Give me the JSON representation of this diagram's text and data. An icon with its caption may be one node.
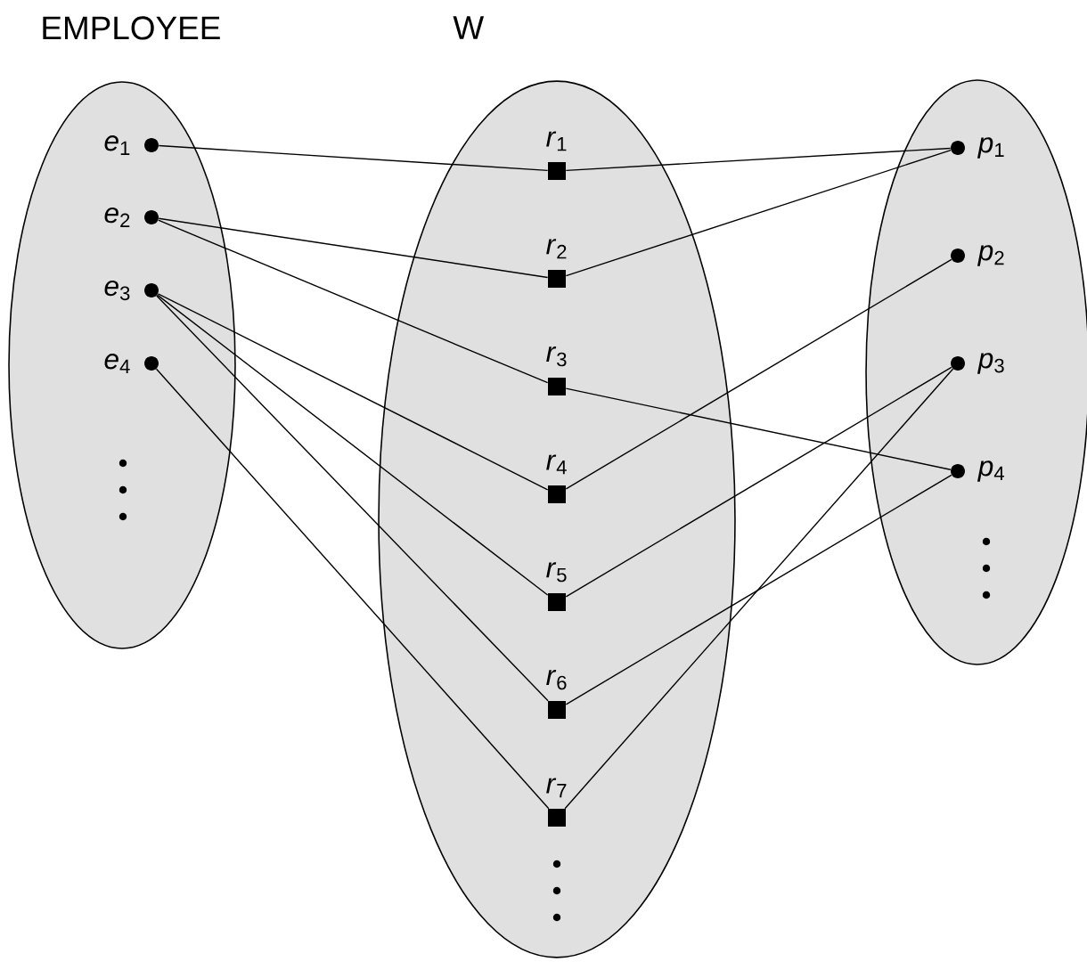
{
  "diagram": {
    "nodes": [
      {
        "text": [
          "EMPLOYEE"
        ]
      },
      {
        "text": [
          "*e*$_{1}$"
        ],
        "in": 0
      },
      {
        "text": [
          "*e*$_{2}$"
        ],
        "in": 0
      },
      {
        "text": [
          "*e*$_{3}$"
        ],
        "in": 0
      },
      {
        "text": [
          "*e*$_{4}$"
        ],
        "in": 0
      },
      {
        "text": [
          "W"
        ]
      },
      {
        "text": [
          "*r*$_{1}$"
        ],
        "in": 5
      },
      {
        "text": [
          "*r*$_{2}$"
        ],
        "in": 5
      },
      {
        "text": [
          "*r*$_{3}$"
        ],
        "in": 5
      },
      {
        "text": [
          "*r*$_{4}$"
        ],
        "in": 5
      },
      {
        "text": [
          "*r*$_{5}$"
        ],
        "in": 5
      },
      {
        "text": [
          "*r*$_{6}$"
        ],
        "in": 5
      },
      {
        "text": [
          "*r*$_{7}$"
        ],
        "in": 5
      },
      {
        "text": [],
        "shape": "ellipse"
      },
      {
        "text": [
          "*p*$_{1}$"
        ],
        "in": 13
      },
      {
        "text": [
          "*p*$_{2}$"
        ],
        "in": 13
      },
      {
        "text": [
          "*p*$_{3}$"
        ],
        "in": 13
      },
      {
        "text": [
          "*p*$_{4}$"
        ],
        "in": 13
      }
    ],
    "edges": [
      {
        "from": 1,
        "to": 6,
        "arrow": "none"
      },
      {
        "from": 6,
        "to": 14,
        "arrow": "none"
      },
      {
        "from": 2,
        "to": 7,
        "arrow": "none"
      },
      {
        "from": 7,
        "to": 14,
        "arrow": "none"
      },
      {
        "from": 2,
        "to": 8,
        "arrow": "none"
      },
      {
        "from": 8,
        "to": 17,
        "arrow": "none"
      },
      {
        "from": 3,
        "to": 9,
        "arrow": "none"
      },
      {
        "from": 9,
        "to": 15,
        "arrow": "none"
      },
      {
        "from": 3,
        "to": 10,
        "arrow": "none"
      },
      {
        "from": 10,
        "to": 16,
        "arrow": "none"
      },
      {
        "from": 3,
        "to": 11,
        "arrow": "none"
      },
      {
        "from": 11,
        "to": 17,
        "arrow": "none"
      },
      {
        "from": 4,
        "to": 12,
        "arrow": "none"
      },
      {
        "from": 12,
        "to": 16,
        "arrow": "none"
      }
    ]
  }
}
